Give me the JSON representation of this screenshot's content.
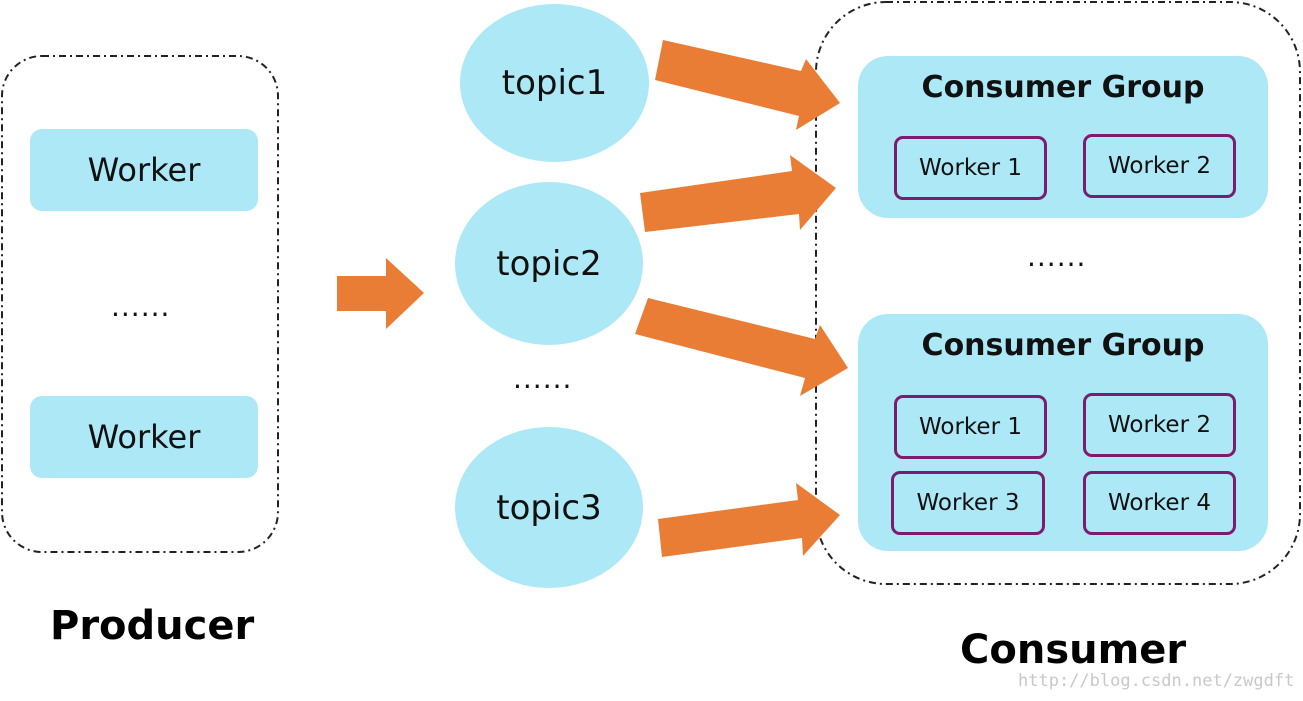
{
  "producer": {
    "label": "Producer",
    "workers": [
      "Worker",
      "Worker"
    ],
    "ellipsis": "......"
  },
  "topics": {
    "items": [
      "topic1",
      "topic2",
      "topic3"
    ],
    "ellipsis": "......"
  },
  "consumer": {
    "label": "Consumer",
    "ellipsis": "......",
    "groups": [
      {
        "title": "Consumer Group",
        "workers": [
          "Worker 1",
          "Worker 2"
        ]
      },
      {
        "title": "Consumer Group",
        "workers": [
          "Worker 1",
          "Worker 2",
          "Worker 3",
          "Worker 4"
        ]
      }
    ]
  },
  "watermark": "http://blog.csdn.net/zwgdft",
  "colors": {
    "box_fill": "#ade8f7",
    "arrow": "#ea7d35",
    "worker_border": "#7b1c6e",
    "dashed_border": "#222222"
  }
}
